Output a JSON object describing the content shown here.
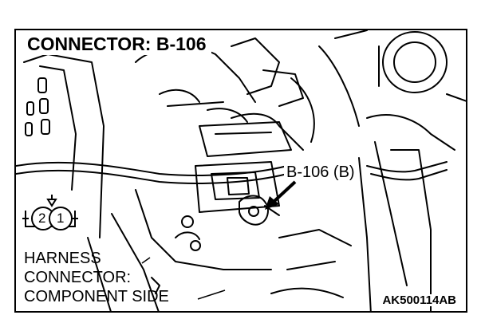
{
  "title": "CONNECTOR: B-106",
  "callout_label": "B-106 (B)",
  "harness_note": {
    "line1": "HARNESS",
    "line2": "CONNECTOR:",
    "line3": "COMPONENT SIDE"
  },
  "pins": [
    "2",
    "1"
  ],
  "figure_code": "AK500114AB",
  "icons": [
    "connector-pin-diagram-icon",
    "callout-arrow-icon"
  ],
  "colors": {
    "line": "#000000",
    "background": "#ffffff"
  }
}
